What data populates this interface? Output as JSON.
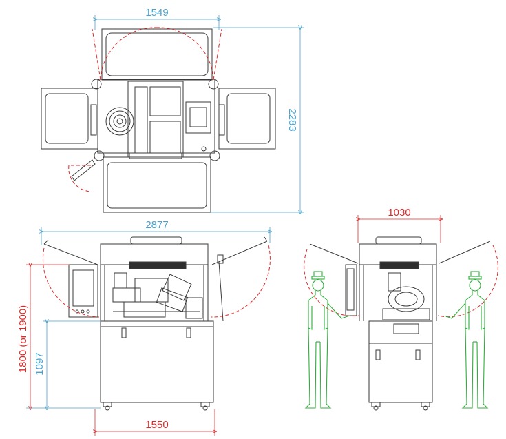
{
  "colors": {
    "line": "#3a3a3a",
    "cyan": "#4aa3cf",
    "red": "#e02a2a",
    "green": "#2fae3a",
    "light": "#9a9a9a"
  },
  "dimensions": {
    "top_width": "1549",
    "top_depth": "2283",
    "side_span": "2877",
    "front_width": "1030",
    "height_max": "1800 (or 1900)",
    "height_table": "1097",
    "base_width": "1550"
  },
  "icons": [
    "person-figure",
    "door-swing-arc",
    "spindle-circle"
  ]
}
